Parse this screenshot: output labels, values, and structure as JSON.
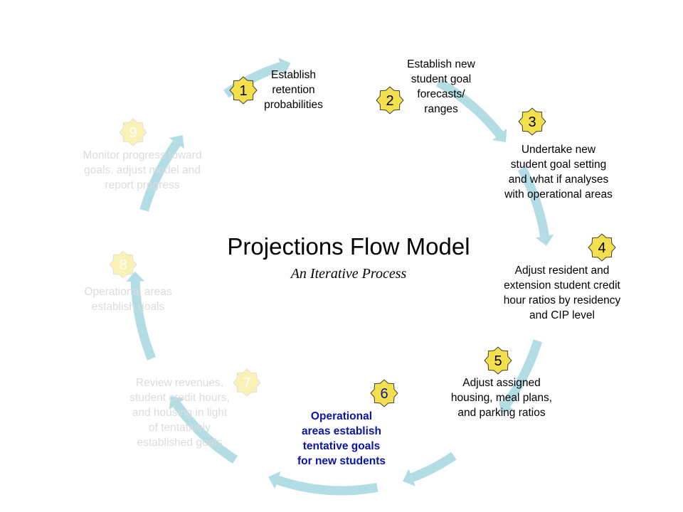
{
  "title": "Projections Flow Model",
  "subtitle": "An Iterative Process",
  "colors": {
    "arrow": "#b3dde4",
    "badge_fill": "#f4e04d",
    "badge_fill_faded": "#faf1b4",
    "badge_stroke": "#3d3d3d",
    "text_active": "#000000",
    "text_faded": "#dcdcdc",
    "text_current": "#0a14a8"
  },
  "steps": [
    {
      "number": "1",
      "state": "active",
      "lines": [
        "Establish",
        "retention",
        "probabilities"
      ]
    },
    {
      "number": "2",
      "state": "active",
      "lines": [
        "Establish new",
        "student goal",
        "forecasts/",
        "ranges"
      ]
    },
    {
      "number": "3",
      "state": "active",
      "lines": [
        "Undertake new",
        "student goal setting",
        "and what if analyses",
        "with operational areas"
      ]
    },
    {
      "number": "4",
      "state": "active",
      "lines": [
        "Adjust resident and",
        "extension student credit",
        "hour ratios by residency",
        "and CIP level"
      ]
    },
    {
      "number": "5",
      "state": "active",
      "lines": [
        "Adjust assigned",
        "housing, meal plans,",
        "and parking ratios"
      ]
    },
    {
      "number": "6",
      "state": "current",
      "lines": [
        "Operational",
        "areas establish",
        "tentative goals",
        "for new students"
      ]
    },
    {
      "number": "7",
      "state": "faded",
      "lines": [
        "Review revenues,",
        "student credit hours,",
        "and housing in light",
        "of tentatively",
        "established goals"
      ]
    },
    {
      "number": "8",
      "state": "faded",
      "lines": [
        "Operational areas",
        "establish goals"
      ]
    },
    {
      "number": "9",
      "state": "faded",
      "lines": [
        "Monitor progress toward",
        "goals, adjust model and",
        "report progress"
      ]
    }
  ]
}
